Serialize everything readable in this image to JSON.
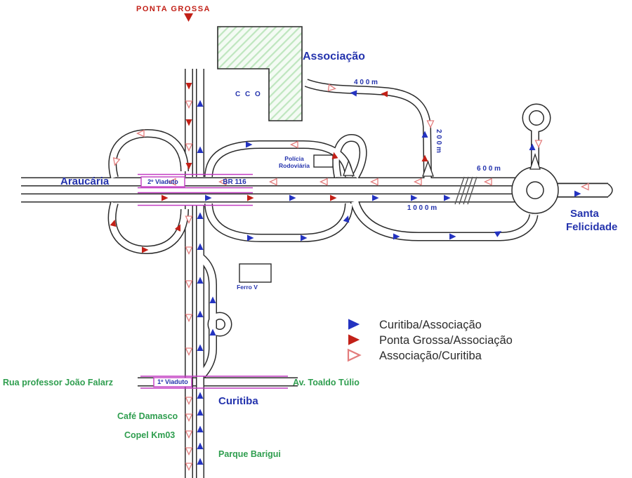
{
  "colors": {
    "road_line": "#2b2b2b",
    "label_blue": "#2433ad",
    "label_green": "#2f9e4f",
    "label_red": "#c22017",
    "viaduct_magenta": "#c23cc2",
    "arrow_blue": "#2433c0",
    "arrow_red": "#c22017",
    "arrow_pink_outline": "#e37d7d",
    "building_hatch": "#bfe6bf"
  },
  "labels": {
    "ponta_grossa": "PONTA GROSSA",
    "associacao": "Associação",
    "cco": "C C O",
    "araucaria": "Araucária",
    "viaduto2": "2º Viaduto",
    "br116": "BR 116",
    "policia_line1": "Polícia",
    "policia_line2": "Rodoviária",
    "santa_line1": "Santa",
    "santa_line2": "Felicidade",
    "ferro_v": "Ferro V",
    "viaduto1": "1º Viaduto",
    "rua_joao_falarz": "Rua professor João Falarz",
    "av_toaldo_tulio": "Av. Toaldo Túlio",
    "curitiba": "Curitiba",
    "cafe_damasco": "Café Damasco",
    "copel": "Copel Km03",
    "parque_barigui": "Parque Barigui"
  },
  "distances": {
    "d400": "4 0 0 m",
    "d200": "2 0 0 m",
    "d600": "6 0 0 m",
    "d1000": "1 0 0 0 m"
  },
  "legend": {
    "items": [
      {
        "label": "Curitiba/Associação",
        "arrow": "blue-filled"
      },
      {
        "label": "Ponta Grossa/Associação",
        "arrow": "red-filled"
      },
      {
        "label": "Associação/Curitiba",
        "arrow": "pink-outline"
      }
    ]
  }
}
